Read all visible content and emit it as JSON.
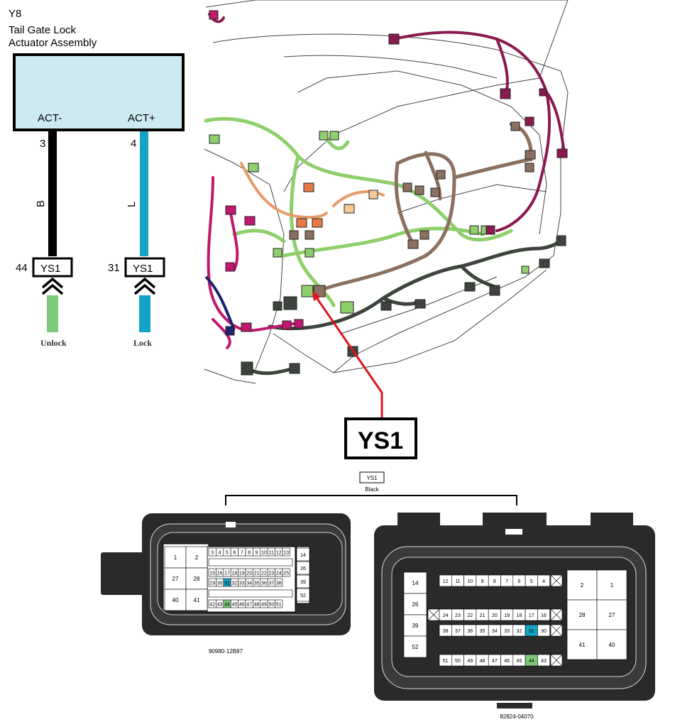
{
  "component": {
    "id": "Y8",
    "name_line1": "Tail Gate Lock",
    "name_line2": "Actuator Assembly"
  },
  "terminals": [
    {
      "label": "ACT-",
      "pin": "3",
      "wire_color_code": "B",
      "wire_color": "#000000",
      "connector": "YS1",
      "connector_pin": "44",
      "signal": "Unlock",
      "signal_color": "#7cc97a"
    },
    {
      "label": "ACT+",
      "pin": "4",
      "wire_color_code": "L",
      "wire_color": "#14a3c7",
      "connector": "YS1",
      "connector_pin": "31",
      "signal": "Lock",
      "signal_color": "#14a3c7"
    }
  ],
  "callout": {
    "label": "YS1",
    "line_color": "#e0141e"
  },
  "connector_info": {
    "name": "YS1",
    "color_label": "Black"
  },
  "left_connector": {
    "part_number": "90980-12B87",
    "big_cells": [
      "1",
      "2",
      "27",
      "28",
      "40",
      "41"
    ],
    "row1": [
      "3",
      "4",
      "5",
      "6",
      "7",
      "8",
      "9",
      "10",
      "11",
      "12",
      "13"
    ],
    "row2": [
      "15",
      "16",
      "17",
      "18",
      "19",
      "20",
      "21",
      "22",
      "23",
      "24",
      "25"
    ],
    "row3": [
      "29",
      "30",
      "31",
      "32",
      "33",
      "34",
      "35",
      "36",
      "37",
      "38"
    ],
    "row4": [
      "42",
      "43",
      "44",
      "45",
      "46",
      "47",
      "48",
      "49",
      "50",
      "51"
    ],
    "side": [
      "14",
      "26",
      "39",
      "52"
    ],
    "highlight_lock": "31",
    "highlight_unlock": "44"
  },
  "right_connector": {
    "part_number": "82824-04070",
    "side": [
      "14",
      "26",
      "39",
      "52"
    ],
    "row1": [
      "12",
      "11",
      "10",
      "9",
      "8",
      "7",
      "6",
      "5",
      "4"
    ],
    "row2": [
      "24",
      "23",
      "22",
      "21",
      "20",
      "19",
      "18",
      "17",
      "16"
    ],
    "row3": [
      "38",
      "37",
      "36",
      "35",
      "34",
      "33",
      "32",
      "31",
      "30"
    ],
    "row4": [
      "51",
      "50",
      "49",
      "48",
      "47",
      "46",
      "45",
      "44",
      "43"
    ],
    "big_cells": [
      "2",
      "1",
      "28",
      "27",
      "41",
      "40"
    ]
  }
}
